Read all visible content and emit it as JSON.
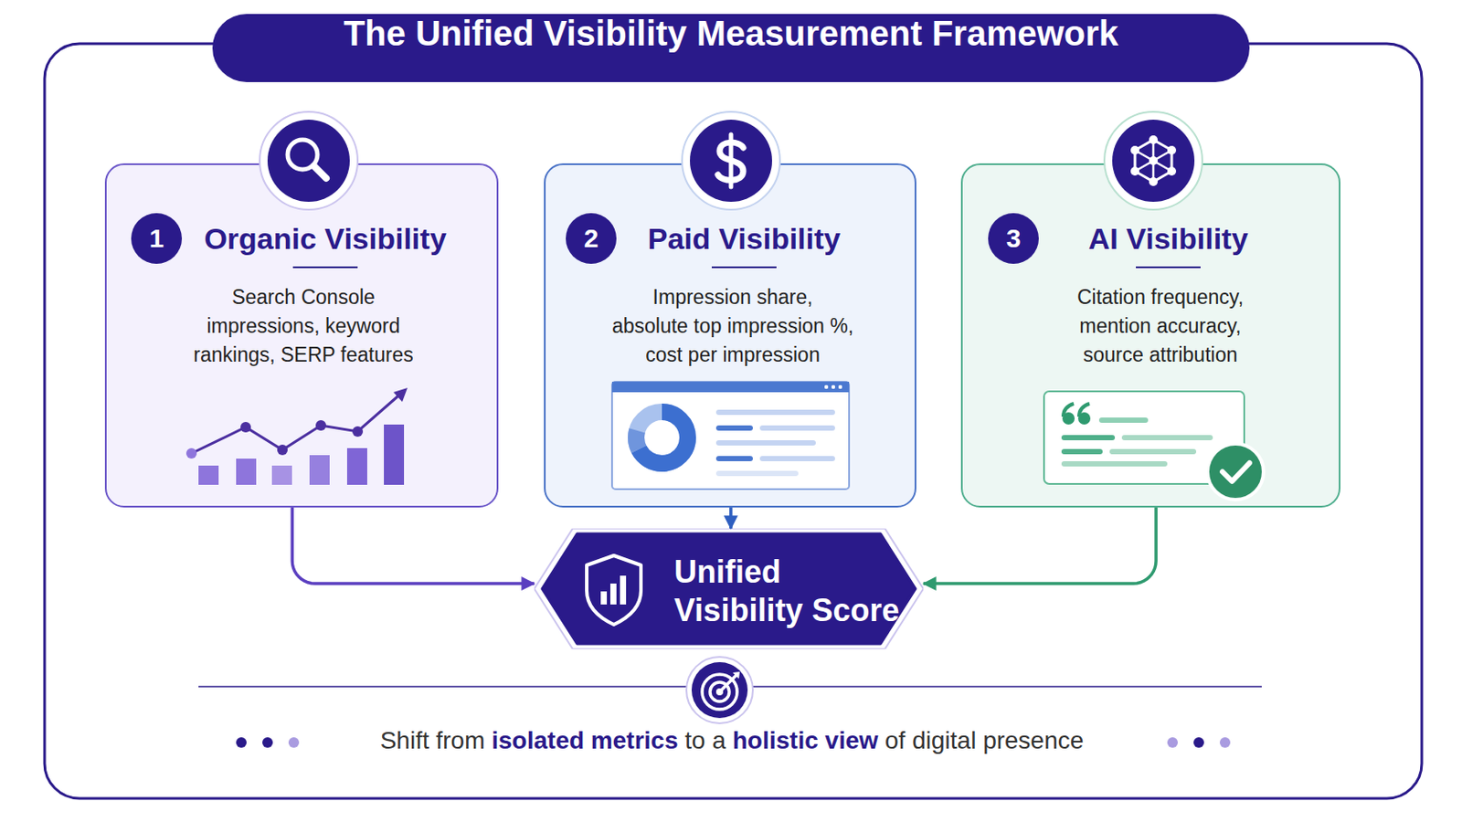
{
  "diagram": {
    "title": "The Unified Visibility Measurement Framework",
    "caption": "Shift from isolated metrics to a holistic view of digital presence",
    "nodes": [
      {
        "text": [
          "Organic Visibility",
          "Search Console impressions, keyword rankings, SERP features"
        ]
      },
      {
        "text": [
          "1"
        ],
        "in": 0
      },
      {
        "text": [
          "Paid Visibility",
          "Impression share, absolute top impression %, cost per impression"
        ]
      },
      {
        "text": [
          "2"
        ],
        "in": 2
      },
      {
        "text": [
          "AI Visibility",
          "Citation frequency, mention accuracy, source attribution"
        ]
      },
      {
        "text": [
          "3"
        ],
        "in": 4
      },
      {
        "text": [
          "Unified Visibility Score"
        ]
      }
    ],
    "edges": [
      {
        "from": 0,
        "to": 6,
        "arrow": "to"
      },
      {
        "from": 2,
        "to": 6,
        "arrow": "to"
      },
      {
        "from": 4,
        "to": 6,
        "arrow": "to"
      }
    ]
  }
}
